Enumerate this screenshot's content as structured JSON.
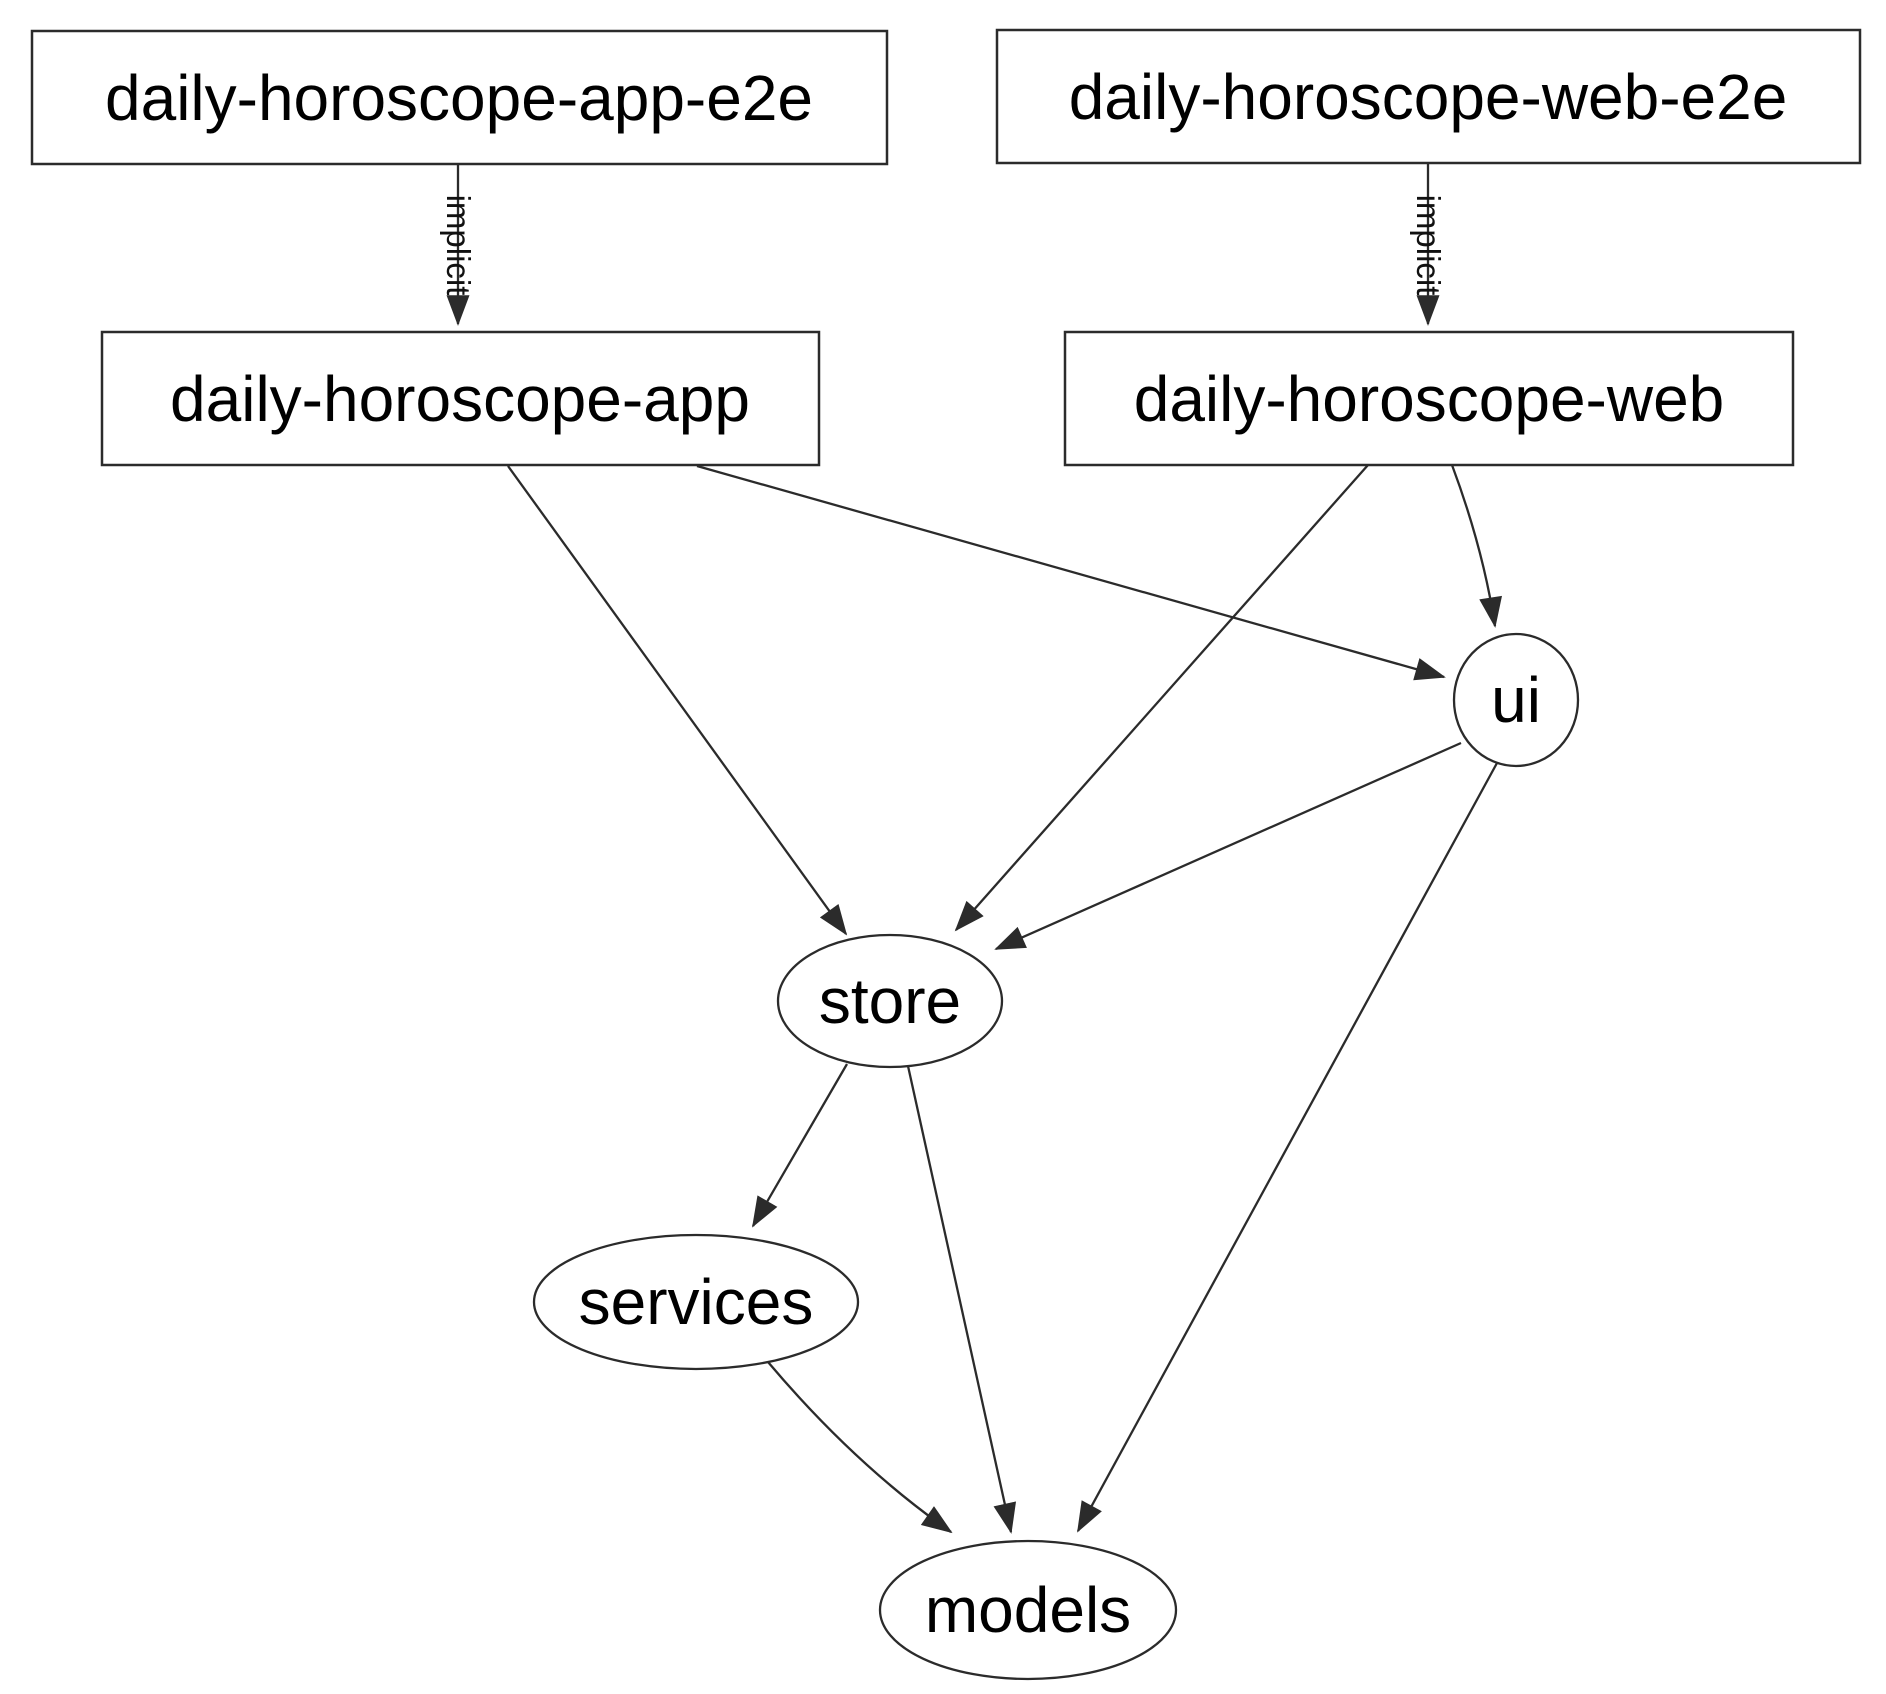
{
  "diagram": {
    "type": "dependency-graph",
    "colors": {
      "background": "#ffffff",
      "node_fill": "#ffffff",
      "node_border": "#2b2b2b",
      "edge": "#2b2b2b",
      "text": "#000000"
    },
    "nodes": [
      {
        "id": "daily-horoscope-app-e2e",
        "label": "daily-horoscope-app-e2e",
        "shape": "rectangle"
      },
      {
        "id": "daily-horoscope-web-e2e",
        "label": "daily-horoscope-web-e2e",
        "shape": "rectangle"
      },
      {
        "id": "daily-horoscope-app",
        "label": "daily-horoscope-app",
        "shape": "rectangle"
      },
      {
        "id": "daily-horoscope-web",
        "label": "daily-horoscope-web",
        "shape": "rectangle"
      },
      {
        "id": "ui",
        "label": "ui",
        "shape": "ellipse"
      },
      {
        "id": "store",
        "label": "store",
        "shape": "ellipse"
      },
      {
        "id": "services",
        "label": "services",
        "shape": "ellipse"
      },
      {
        "id": "models",
        "label": "models",
        "shape": "ellipse"
      }
    ],
    "edges": [
      {
        "from": "daily-horoscope-app-e2e",
        "to": "daily-horoscope-app",
        "label": "implicit"
      },
      {
        "from": "daily-horoscope-web-e2e",
        "to": "daily-horoscope-web",
        "label": "implicit"
      },
      {
        "from": "daily-horoscope-app",
        "to": "store",
        "label": ""
      },
      {
        "from": "daily-horoscope-app",
        "to": "ui",
        "label": ""
      },
      {
        "from": "daily-horoscope-web",
        "to": "store",
        "label": ""
      },
      {
        "from": "daily-horoscope-web",
        "to": "ui",
        "label": ""
      },
      {
        "from": "ui",
        "to": "store",
        "label": ""
      },
      {
        "from": "ui",
        "to": "models",
        "label": ""
      },
      {
        "from": "store",
        "to": "services",
        "label": ""
      },
      {
        "from": "store",
        "to": "models",
        "label": ""
      },
      {
        "from": "services",
        "to": "models",
        "label": ""
      }
    ]
  }
}
